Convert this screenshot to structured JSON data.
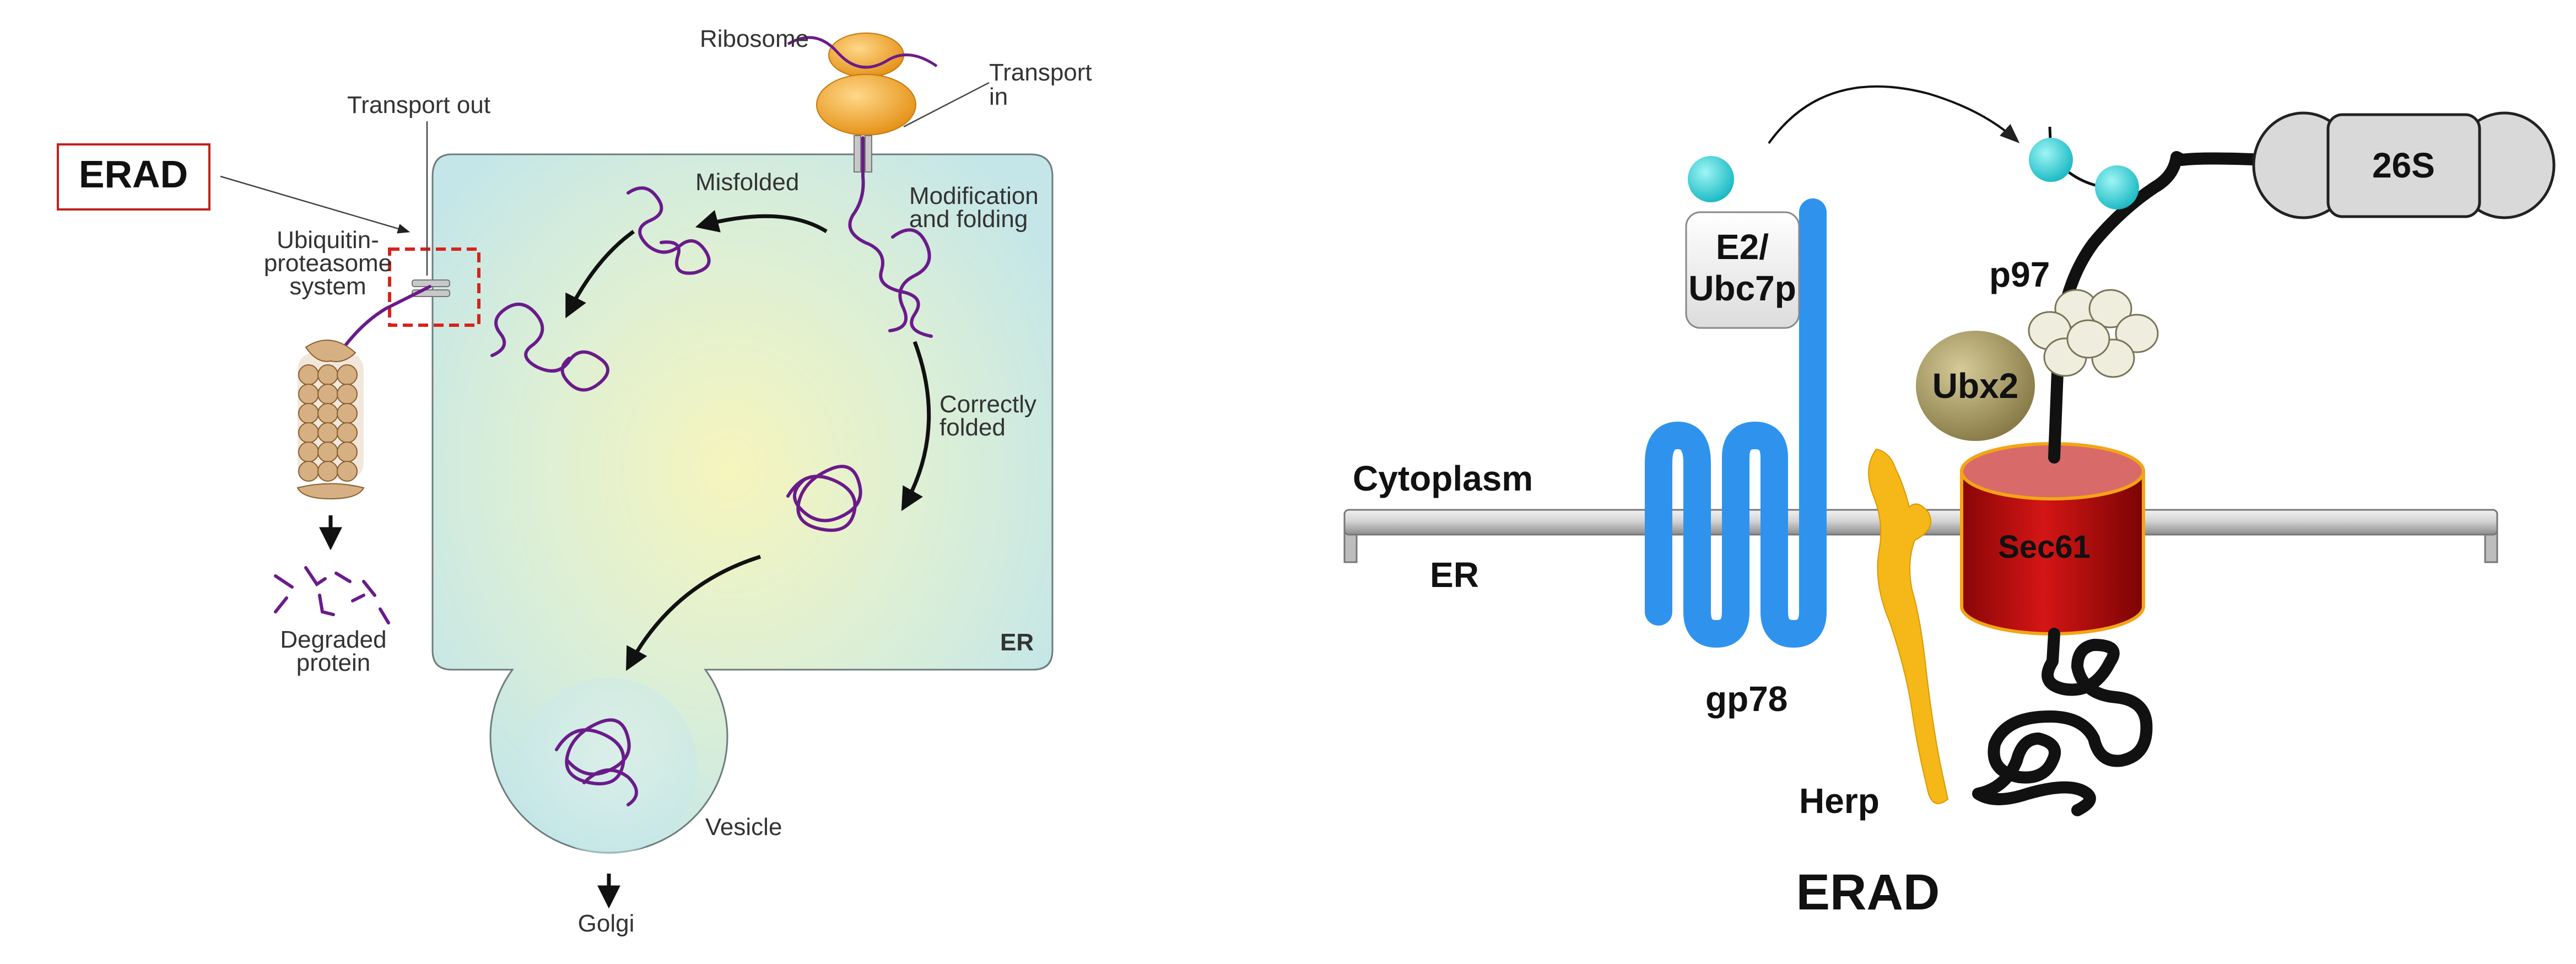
{
  "colors": {
    "er_fill": "#cfe9e8",
    "er_glow": "#f4f3b8",
    "protein": "#6a1b8a",
    "ribosome": "#f0a028",
    "highlight": "#d9221b",
    "gp78": "#2f93ee",
    "herp": "#f6b818",
    "sec61": "#c40f0f",
    "ubiquitin": "#33d3d8",
    "ubx2": "#a49760",
    "p97": "#efeede",
    "proteasome26s": "#d9d9d9",
    "membrane": "#bdbdbd"
  },
  "left_diagram": {
    "callout": "ERAD",
    "labels": {
      "ribosome": "Ribosome",
      "transport_in": [
        "Transport",
        "in"
      ],
      "transport_out": "Transport out",
      "misfolded": "Misfolded",
      "modification": [
        "Modification",
        "and folding"
      ],
      "ups": [
        "Ubiquitin-",
        "proteasome",
        "system"
      ],
      "correctly_folded": [
        "Correctly",
        "folded"
      ],
      "er": "ER",
      "degraded": [
        "Degraded",
        "protein"
      ],
      "vesicle": "Vesicle",
      "golgi": "Golgi"
    }
  },
  "right_diagram": {
    "title": "ERAD",
    "labels": {
      "cytoplasm": "Cytoplasm",
      "er": "ER",
      "e2": [
        "E2/",
        "Ubc7p"
      ],
      "p97": "p97",
      "ubx2": "Ubx2",
      "sec61": "Sec61",
      "gp78": "gp78",
      "herp": "Herp",
      "proteasome": "26S"
    }
  }
}
